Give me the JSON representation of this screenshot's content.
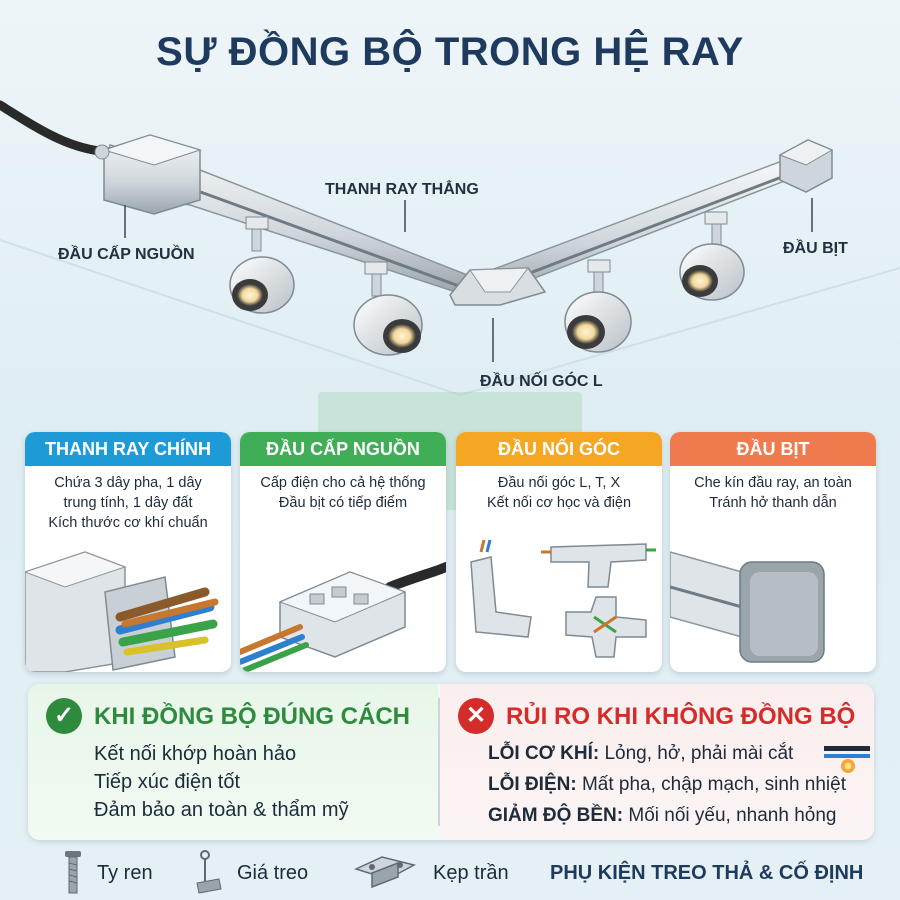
{
  "title": "SỰ ĐỒNG BỘ TRONG HỆ RAY",
  "callouts": {
    "straight_rail": "THANH RAY THẲNG",
    "power_feed": "ĐẦU CẤP NGUỒN",
    "end_cap": "ĐẦU BỊT",
    "l_connector": "ĐẦU NỐI GÓC L"
  },
  "cards": [
    {
      "title": "THANH RAY CHÍNH",
      "color": "#1e9ad6",
      "lines": [
        "Chứa 3 dây pha, 1 dây",
        "trung tính, 1 dây đất",
        "Kích thước cơ khí chuẩn"
      ]
    },
    {
      "title": "ĐẦU CẤP NGUỒN",
      "color": "#3fae57",
      "lines": [
        "Cấp điện cho cả hệ thống",
        "Đầu bịt có tiếp điểm"
      ]
    },
    {
      "title": "ĐẦU NỐI GÓC",
      "color": "#f5a623",
      "lines": [
        "Đầu nối góc L, T, X",
        "Kết nối cơ học và điện"
      ]
    },
    {
      "title": "ĐẦU BỊT",
      "color": "#ef7a4e",
      "lines": [
        "Che kín đầu ray, an toàn",
        "Tránh hở thanh dẫn"
      ]
    }
  ],
  "correct": {
    "title": "KHI ĐỒNG BỘ ĐÚNG CÁCH",
    "color": "#2e8b3e",
    "icon": "check-icon",
    "items": [
      "Kết nối khớp hoàn hảo",
      "Tiếp xúc điện tốt",
      "Đảm bảo an toàn & thẩm mỹ"
    ]
  },
  "risk": {
    "title": "RỦI RO KHI KHÔNG ĐỒNG BỘ",
    "color": "#d42b2b",
    "icon": "x-icon",
    "items": [
      {
        "label": "LỖI CƠ KHÍ:",
        "text": "Lỏng, hở, phải mài cắt"
      },
      {
        "label": "LỖI ĐIỆN:",
        "text": "Mất pha, chập mạch, sinh nhiệt"
      },
      {
        "label": "GIẢM ĐỘ BỀN:",
        "text": "Mối nối yếu, nhanh hỏng"
      }
    ]
  },
  "accessories": {
    "items": [
      "Ty ren",
      "Giá treo",
      "Kẹp trần"
    ],
    "title": "PHỤ KIỆN TREO THẢ & CỐ ĐỊNH"
  }
}
